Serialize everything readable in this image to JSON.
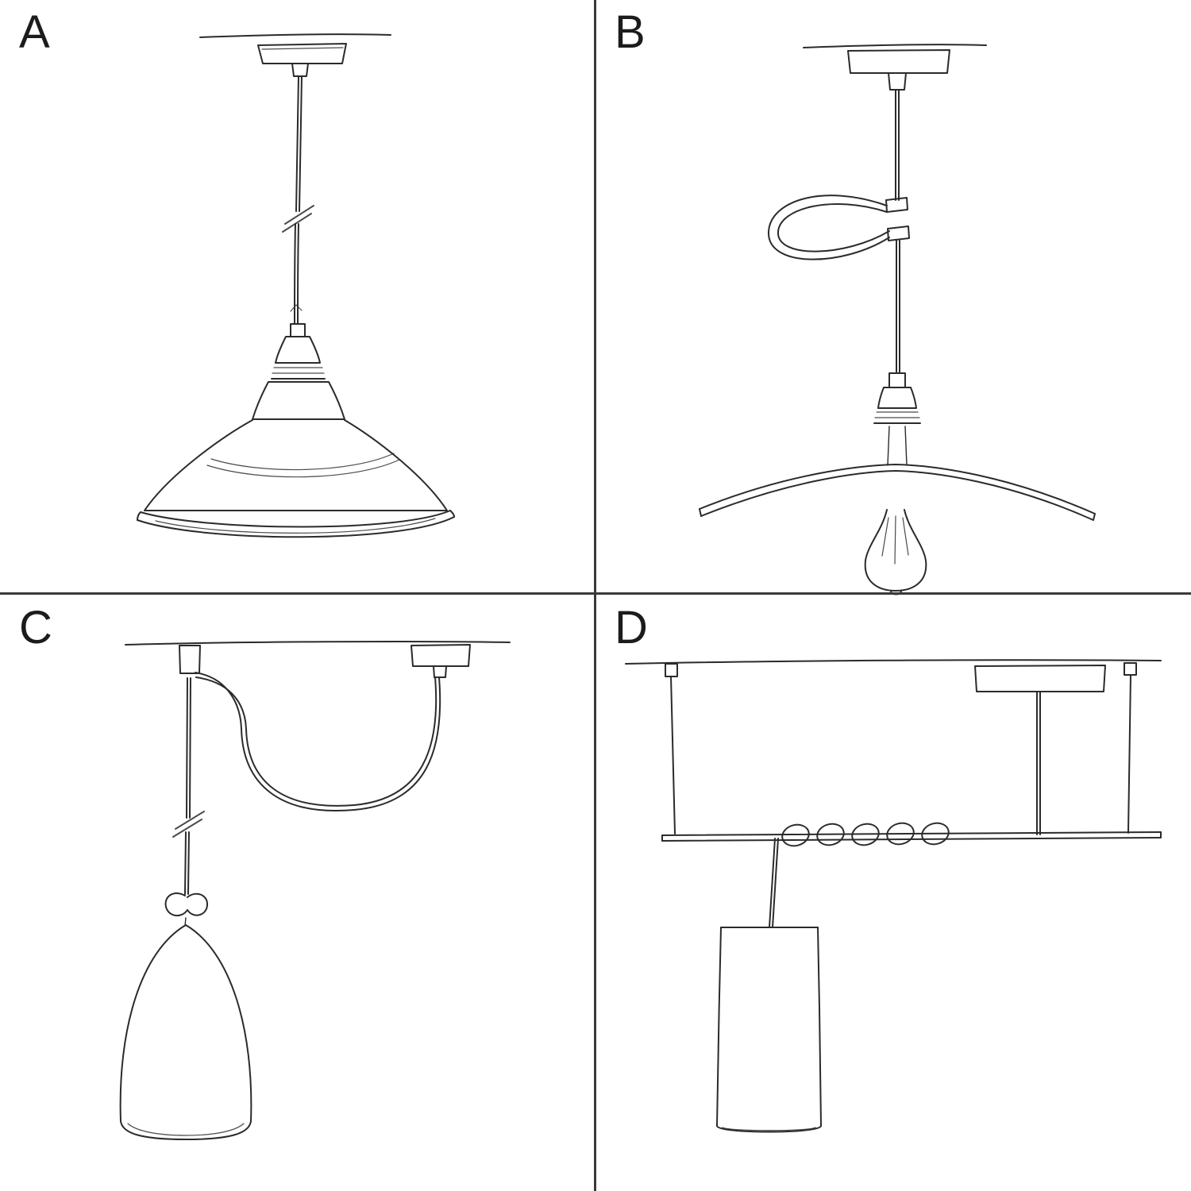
{
  "page": {
    "background_color": "#ffffff",
    "ink_color": "#2b2b2b",
    "divider_color": "#3a3a3a"
  },
  "panels": [
    {
      "label": "A",
      "sketch": "pendant-straight-drop-industrial-bistro-shade-sketch"
    },
    {
      "label": "B",
      "sketch": "pendant-shortened-cable-loop-flat-plate-shade-exposed-bulb-sketch"
    },
    {
      "label": "C",
      "sketch": "pendant-swag-over-hook-knotted-cable-bell-shade-sketch"
    },
    {
      "label": "D",
      "sketch": "pendant-suspended-bar-coiled-cable-cylinder-tube-shade-sketch"
    }
  ]
}
